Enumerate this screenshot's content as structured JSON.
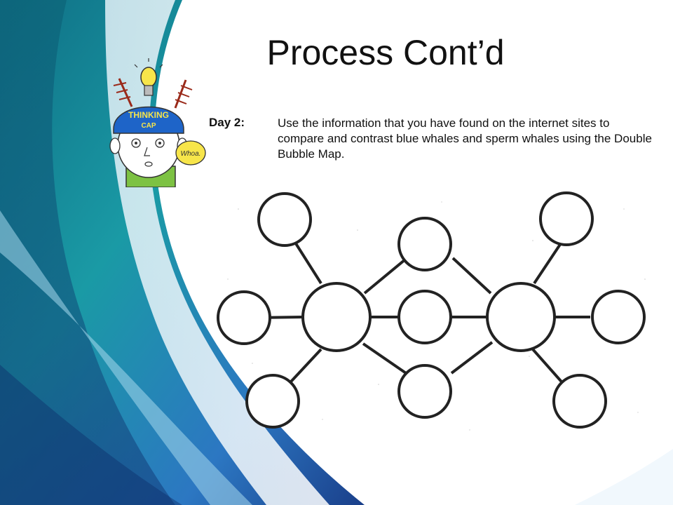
{
  "slide": {
    "title": "Process Cont’d",
    "day_label": "Day 2:",
    "day_text": "Use the information that you have found on the internet sites to compare and contrast blue whales and sperm whales using the Double Bubble Map."
  },
  "clipart": {
    "hat_text_1": "THINKING",
    "hat_text_2": "CAP",
    "speech_text": "Whoa.",
    "icon": "thinking-cap-kid-icon"
  },
  "diagram": {
    "type": "double-bubble-map",
    "bubble_count": 11,
    "line_color": "#222222"
  },
  "colors": {
    "teal": "#1f8a9a",
    "blue": "#2a6fb8",
    "pale_blue": "#cfe4f2",
    "cap_blue": "#1e64c8",
    "bulb_yellow": "#f7e54a",
    "shirt_green": "#7dc243"
  }
}
